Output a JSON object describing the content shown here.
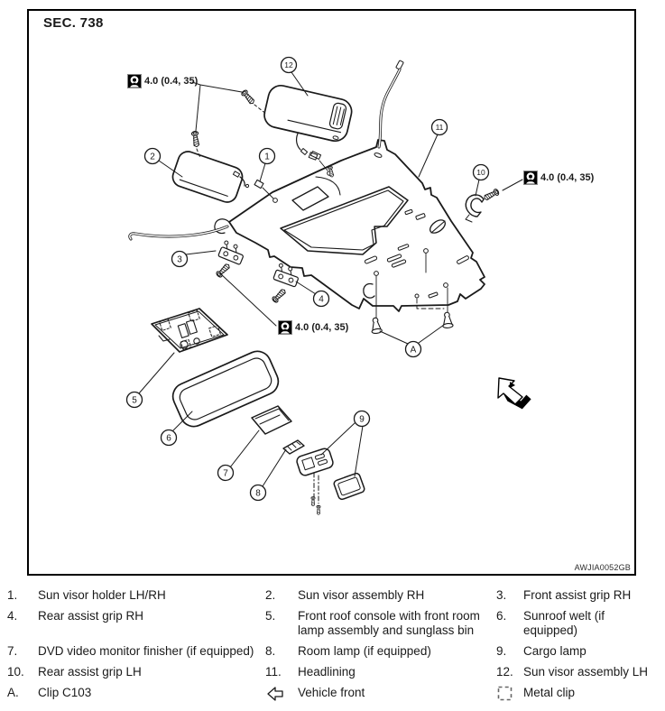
{
  "header": {
    "section": "SEC. 738"
  },
  "diagram": {
    "torque_labels": [
      "4.0 (0.4, 35)",
      "4.0 (0.4, 35)",
      "4.0 (0.4, 35)"
    ],
    "callouts": [
      "1",
      "2",
      "3",
      "4",
      "5",
      "6",
      "7",
      "8",
      "9",
      "10",
      "11",
      "12",
      "A"
    ],
    "figure_code": "AWJIA0052GB"
  },
  "legend": {
    "rows": [
      [
        {
          "num": "1.",
          "text": "Sun visor holder LH/RH"
        },
        {
          "num": "2.",
          "text": "Sun visor assembly RH"
        },
        {
          "num": "3.",
          "text": "Front assist grip RH"
        }
      ],
      [
        {
          "num": "4.",
          "text": "Rear assist grip RH"
        },
        {
          "num": "5.",
          "text": "Front roof console with front room lamp assembly and sunglass bin"
        },
        {
          "num": "6.",
          "text": "Sunroof welt (if equipped)"
        }
      ],
      [
        {
          "num": "7.",
          "text": "DVD video monitor finisher (if equipped)"
        },
        {
          "num": "8.",
          "text": "Room lamp (if equipped)"
        },
        {
          "num": "9.",
          "text": "Cargo lamp"
        }
      ],
      [
        {
          "num": "10.",
          "text": "Rear assist grip LH"
        },
        {
          "num": "11.",
          "text": "Headlining"
        },
        {
          "num": "12.",
          "text": "Sun visor assembly LH"
        }
      ],
      [
        {
          "num": "A.",
          "text": "Clip C103"
        },
        {
          "icon": "vehicle-front",
          "text": "Vehicle front"
        },
        {
          "icon": "metal-clip",
          "text": "Metal clip"
        }
      ]
    ]
  }
}
